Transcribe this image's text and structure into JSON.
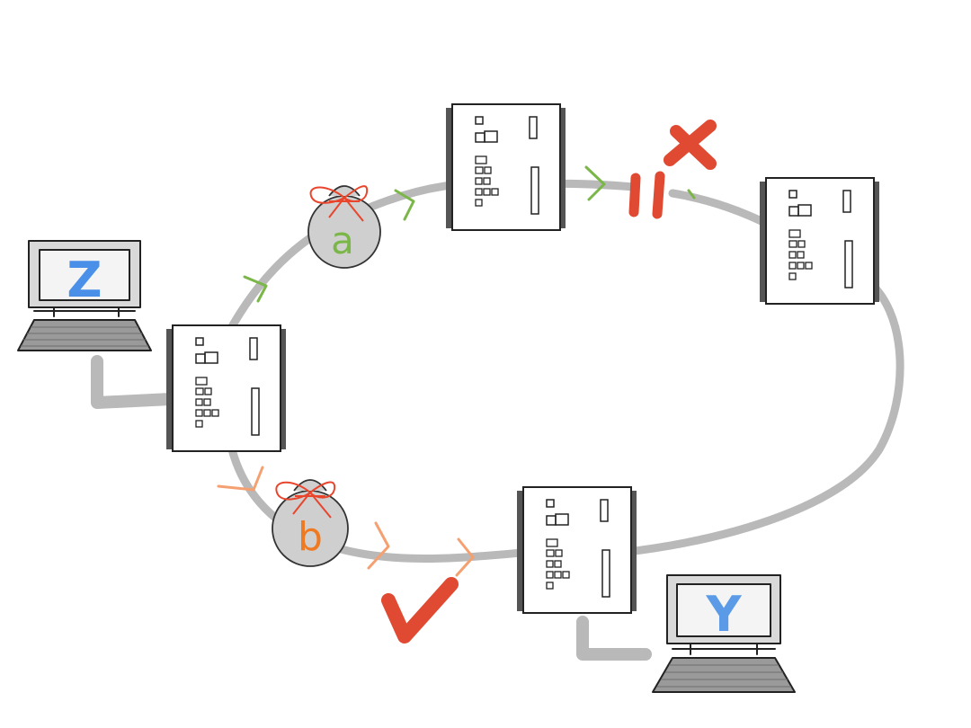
{
  "computers": [
    {
      "id": "z",
      "letter": "Z",
      "color": "#4a90e8"
    },
    {
      "id": "y",
      "letter": "Y",
      "color": "#5a9ae6"
    }
  ],
  "packets": [
    {
      "id": "a",
      "letter": "a",
      "color": "#7ab648",
      "ribbon": "#e8452c"
    },
    {
      "id": "b",
      "letter": "b",
      "color": "#f07a22",
      "ribbon": "#e8452c"
    }
  ],
  "status_marks": {
    "failure": {
      "icon": "cross-icon",
      "color": "#e04a32"
    },
    "success": {
      "icon": "check-icon",
      "color": "#e04a32"
    }
  },
  "colors": {
    "wire": "#b9b9b9",
    "server_face": "#ffffff",
    "server_side": "#555555",
    "arrow_green": "#7ab648",
    "arrow_orange": "#f5a070",
    "break_red": "#e04a32"
  }
}
